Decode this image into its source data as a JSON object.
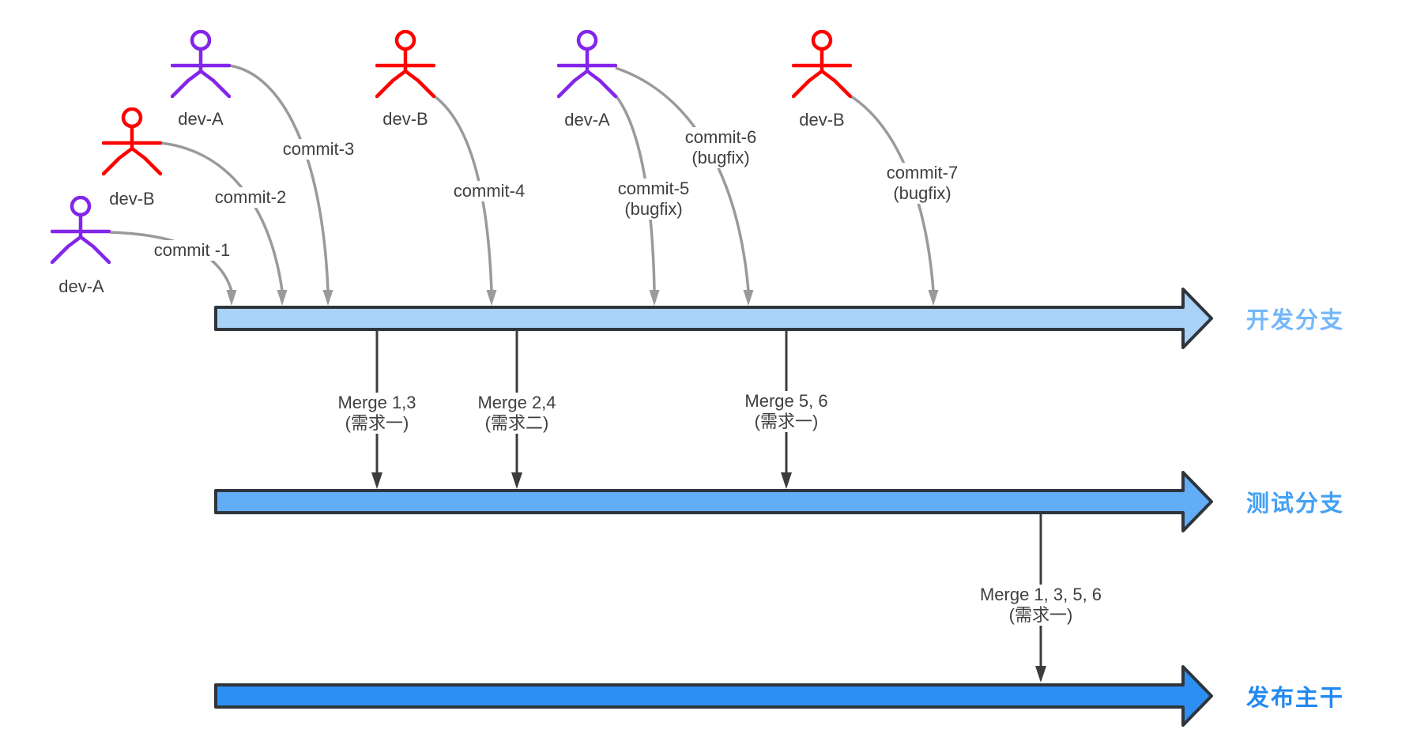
{
  "title": "Git branching workflow diagram",
  "palette": {
    "background": "#ffffff",
    "ink": "#3f3f3f",
    "curve-gray": "#9a9a9a",
    "merge-dark": "#3c3c3c",
    "border": "#2f353b",
    "dev-a-purple": "#8325ea",
    "dev-b-red": "#ff0000",
    "branch1-fill": "#a9d2f8",
    "branch1-label": "#74b7fa",
    "branch2-fill": "#62adf5",
    "branch2-label": "#43a0f5",
    "branch3-fill": "#2e8ff2",
    "branch3-label": "#2289f1"
  },
  "developers": [
    {
      "label": "dev-A",
      "color": "purple"
    },
    {
      "label": "dev-B",
      "color": "red"
    },
    {
      "label": "dev-A",
      "color": "purple"
    },
    {
      "label": "dev-B",
      "color": "red"
    },
    {
      "label": "dev-A",
      "color": "purple"
    },
    {
      "label": "dev-B",
      "color": "red"
    }
  ],
  "commits": [
    {
      "label": "commit -1",
      "sublabel": ""
    },
    {
      "label": "commit-2",
      "sublabel": ""
    },
    {
      "label": "commit-3",
      "sublabel": ""
    },
    {
      "label": "commit-4",
      "sublabel": ""
    },
    {
      "label": "commit-5",
      "sublabel": "(bugfix)"
    },
    {
      "label": "commit-6",
      "sublabel": "(bugfix)"
    },
    {
      "label": "commit-7",
      "sublabel": "(bugfix)"
    }
  ],
  "merges": [
    {
      "label": "Merge 1,3",
      "sublabel": "(需求一)"
    },
    {
      "label": "Merge 2,4",
      "sublabel": "(需求二)"
    },
    {
      "label": "Merge 5, 6",
      "sublabel": "(需求一)"
    },
    {
      "label": "Merge 1, 3, 5, 6",
      "sublabel": "(需求一)"
    }
  ],
  "branches": [
    {
      "name": "开发分支"
    },
    {
      "name": "测试分支"
    },
    {
      "name": "发布主干"
    }
  ]
}
